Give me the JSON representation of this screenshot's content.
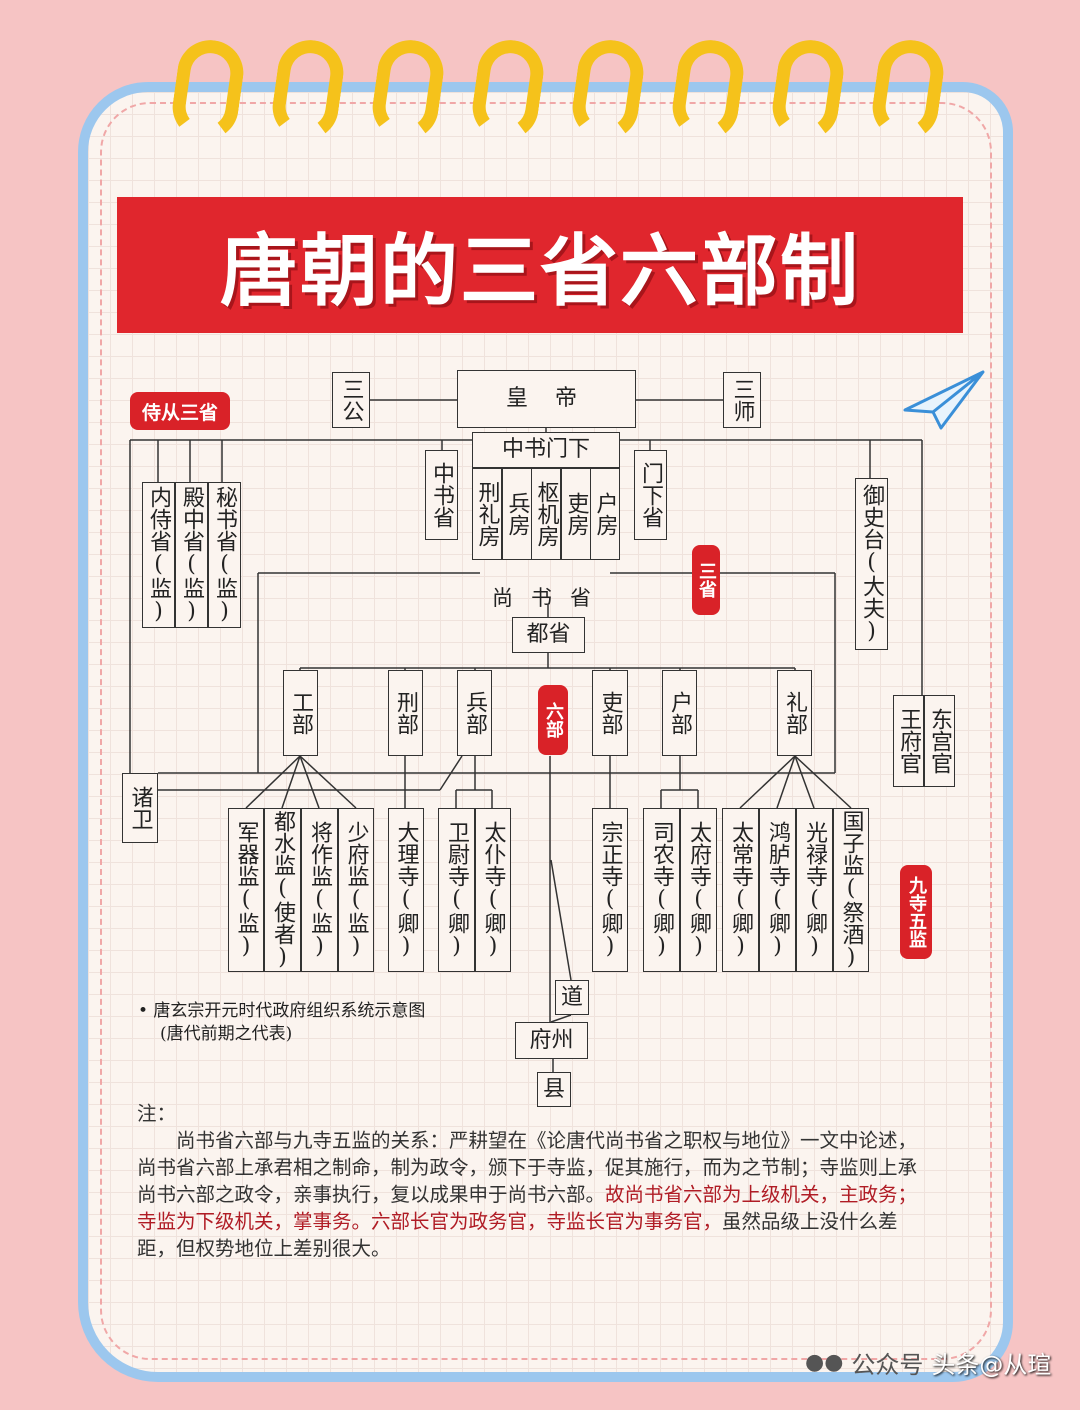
{
  "title": "唐朝的三省六部制",
  "badges": {
    "shicong": "侍从三省",
    "sansheng": "三省",
    "liubu": "六部",
    "jiusi": "九寺五监"
  },
  "nodes": {
    "sangong": "三公",
    "huangdi": "皇 帝",
    "sanshi": "三师",
    "zhongshumenxia": "中书门下",
    "zhongshusheng": "中书省",
    "menxiasheng": "门下省",
    "xinglifang": "刑礼房",
    "bingfang": "兵房",
    "shujifang": "枢机房",
    "lifang": "吏房",
    "hufang": "户房",
    "neishi": "内侍省(监)",
    "dianzhong": "殿中省(监)",
    "mishu": "秘书省(监)",
    "yushitai": "御史台(大夫)",
    "shangshusheng": "尚书省",
    "dusheng": "都省",
    "gongbu": "工部",
    "xingbu": "刑部",
    "bingbu": "兵部",
    "libu_personnel": "吏部",
    "hubu": "户部",
    "libu_rites": "礼部",
    "wangfuguan": "王府官",
    "donggongguan": "东宫官",
    "zhuwei": "诸卫",
    "junqijian": "军器监(监)",
    "dushuijian": "都水监(使者)",
    "jiangzuojian": "将作监(监)",
    "shaofujian": "少府监(监)",
    "dalisi": "大理寺(卿)",
    "weiweisi": "卫尉寺(卿)",
    "taipusi": "太仆寺(卿)",
    "zongzhengsi": "宗正寺(卿)",
    "sinongsi": "司农寺(卿)",
    "taifusi": "太府寺(卿)",
    "taichangsi": "太常寺(卿)",
    "honglusi": "鸿胪寺(卿)",
    "guanglusi": "光禄寺(卿)",
    "guozijian": "国子监(祭酒)",
    "dao": "道",
    "fuzhou": "府州",
    "xian": "县"
  },
  "caption": {
    "line1": "• 唐玄宗开元时代政府组织系统示意图",
    "line2": "(唐代前期之代表)"
  },
  "note": {
    "label": "注：",
    "text_plain": "尚书省六部与九寺五监的关系：严耕望在《论唐代尚书省之职权与地位》一文中论述，尚书省六部上承君相之制命，制为政令，颁下于寺监，促其施行，而为之节制；寺监则上承尚书六部之政令，亲事执行，复以成果申于尚书六部。",
    "text_red1": "故尚书省六部为上级机关，主政务；寺监为下级机关，掌事务。",
    "text_red2": "六部长官为政务官，寺监长官为事务官，",
    "text_end": "虽然品级上没什么差距，但权势地位上差别很大。"
  },
  "watermark": {
    "wechat": "公众号",
    "toutiao": "头条@从瑄"
  },
  "colors": {
    "banner": "#e0262d",
    "background": "#f6c4c4",
    "border": "#9cc7ee",
    "rings": "#f5c21b",
    "note_red": "#b01c25"
  }
}
